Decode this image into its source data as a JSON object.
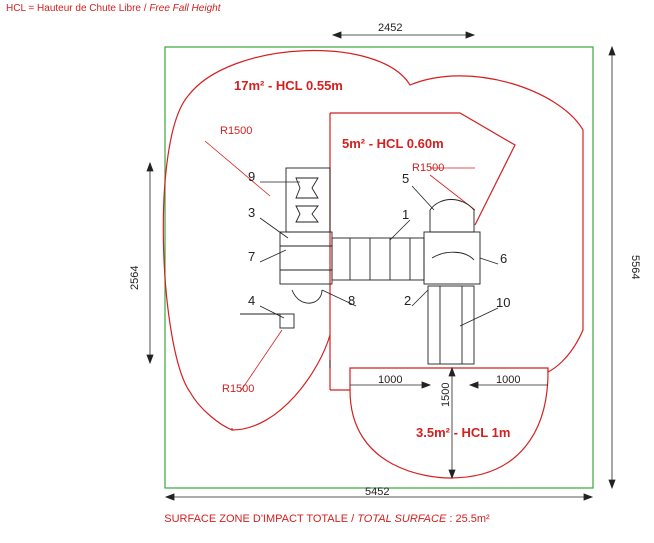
{
  "legend": {
    "prefix": "HCL = Hauteur de Chute Libre /",
    "english": "Free Fall Height"
  },
  "dimensions": {
    "top_width": "2452",
    "bottom_width": "5452",
    "right_height": "5564",
    "left_height": "2564",
    "center_depth": "1500",
    "left_offset": "1000",
    "right_offset": "1000"
  },
  "radii": {
    "top_left": "R1500",
    "top_right": "R1500",
    "bottom_left": "R1500"
  },
  "zones": {
    "zone_a": "17m² - HCL 0.55m",
    "zone_b": "5m² - HCL 0.60m",
    "zone_c": "3.5m² - HCL 1m"
  },
  "callouts": [
    "1",
    "2",
    "3",
    "4",
    "5",
    "6",
    "7",
    "8",
    "9",
    "10"
  ],
  "total": {
    "prefix": "SURFACE ZONE D'IMPACT TOTALE /",
    "english": "TOTAL SURFACE",
    "value": ": 25.5m²"
  },
  "colors": {
    "impact_outline": "#d42020",
    "frame": "#3aa83a",
    "drawing": "#222222"
  }
}
